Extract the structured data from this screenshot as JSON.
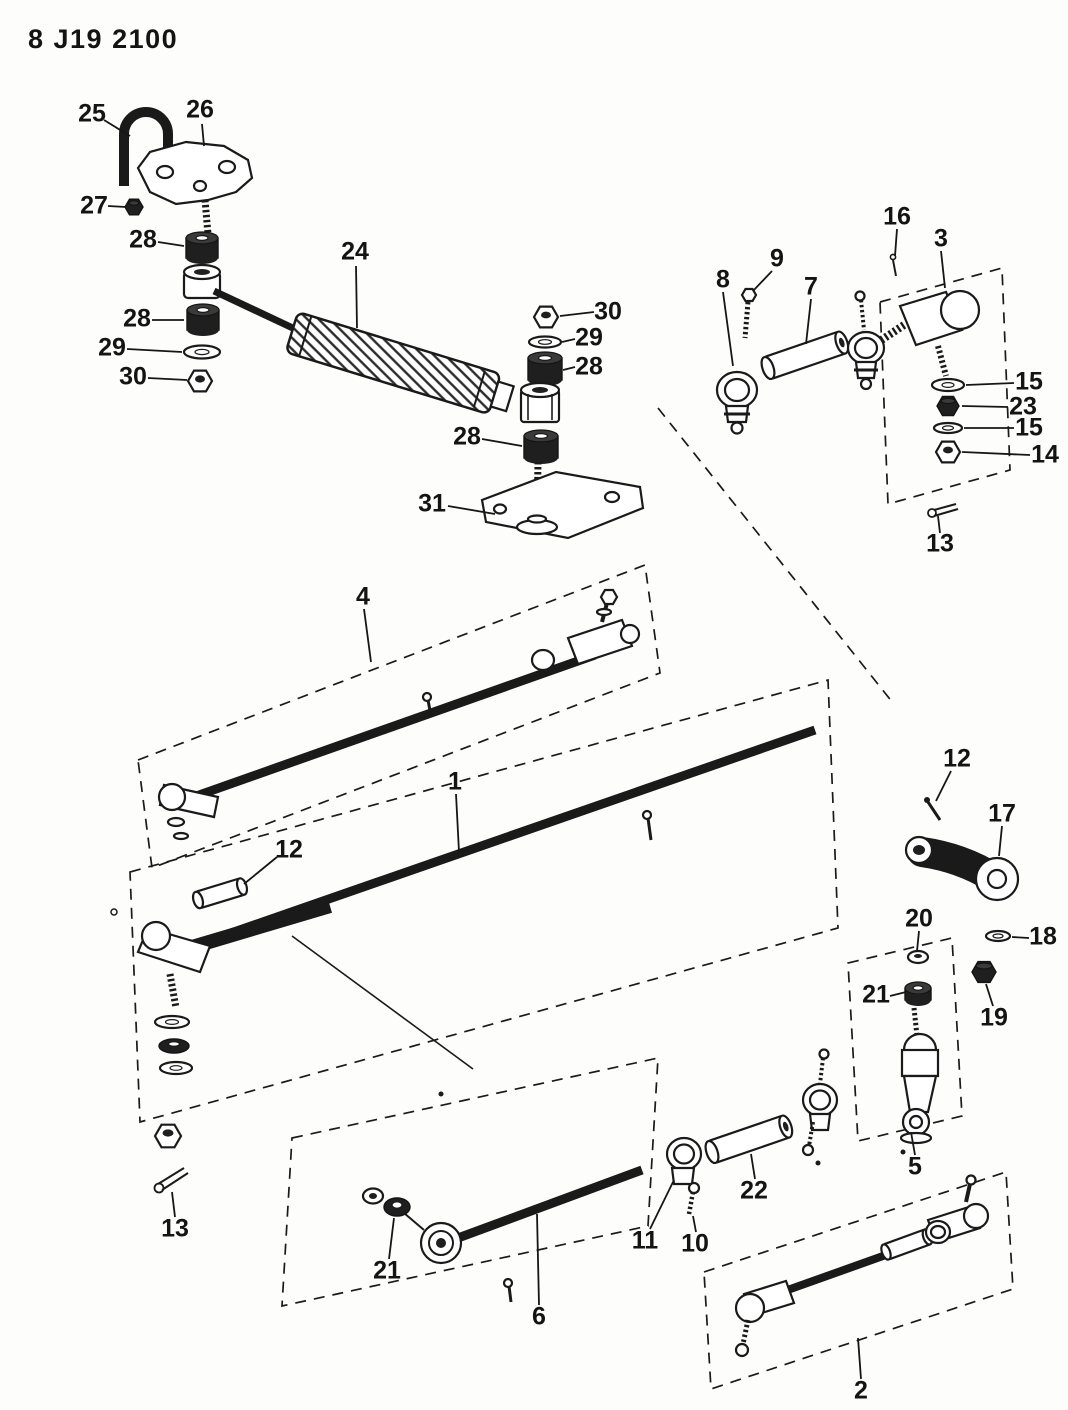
{
  "title": "8 J19 2100",
  "labels": [
    {
      "text": "25"
    },
    {
      "text": "26"
    },
    {
      "text": "27"
    },
    {
      "text": "28"
    },
    {
      "text": "24"
    },
    {
      "text": "28"
    },
    {
      "text": "29"
    },
    {
      "text": "30"
    },
    {
      "text": "30"
    },
    {
      "text": "29"
    },
    {
      "text": "28"
    },
    {
      "text": "28"
    },
    {
      "text": "31"
    },
    {
      "text": "16"
    },
    {
      "text": "3"
    },
    {
      "text": "9"
    },
    {
      "text": "8"
    },
    {
      "text": "7"
    },
    {
      "text": "15"
    },
    {
      "text": "23"
    },
    {
      "text": "15"
    },
    {
      "text": "14"
    },
    {
      "text": "13"
    },
    {
      "text": "4"
    },
    {
      "text": "1"
    },
    {
      "text": "12"
    },
    {
      "text": "12"
    },
    {
      "text": "17"
    },
    {
      "text": "20"
    },
    {
      "text": "18"
    },
    {
      "text": "21"
    },
    {
      "text": "19"
    },
    {
      "text": "5"
    },
    {
      "text": "13"
    },
    {
      "text": "21"
    },
    {
      "text": "11"
    },
    {
      "text": "10"
    },
    {
      "text": "22"
    },
    {
      "text": "6"
    },
    {
      "text": "2"
    }
  ]
}
